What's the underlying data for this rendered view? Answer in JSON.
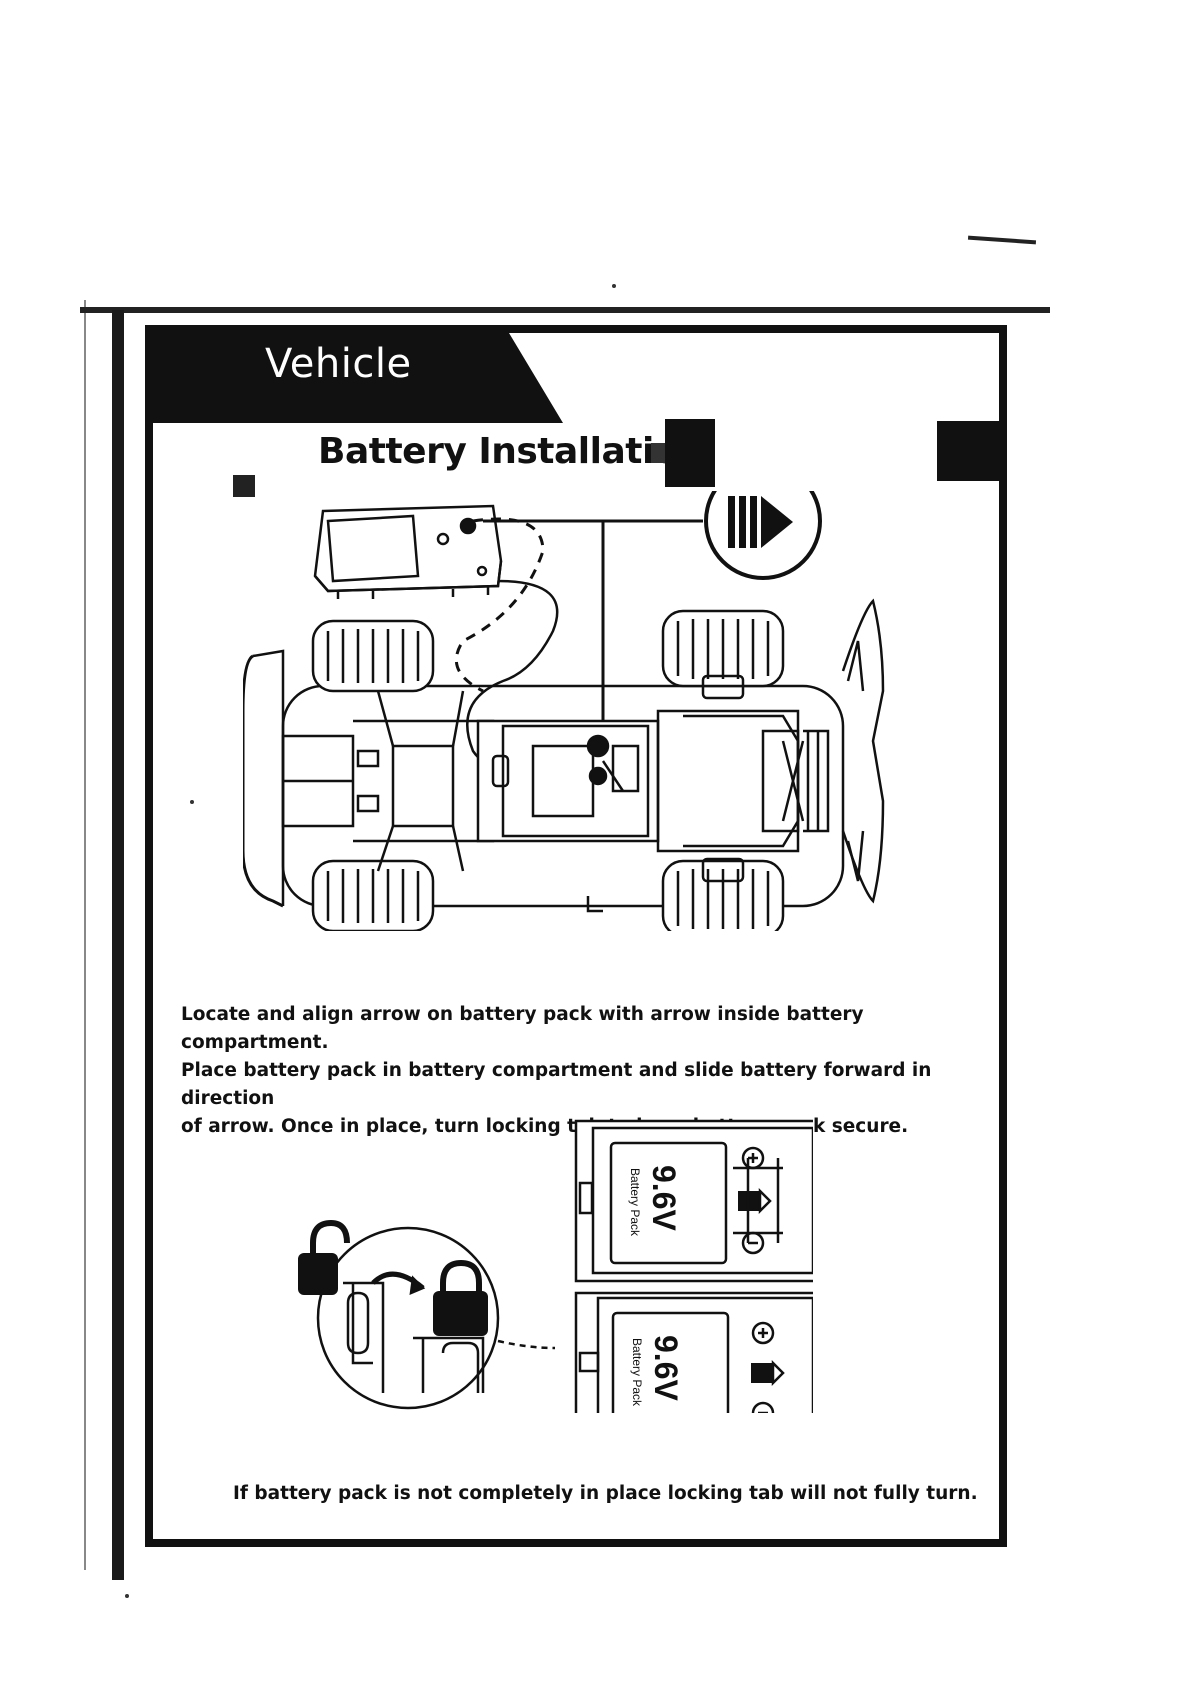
{
  "section": "Vehicle",
  "title": "Battery Installation",
  "instructions": "Locate and align arrow on battery pack with arrow inside battery compartment.\nPlace battery pack in battery compartment and slide battery forward in direction\nof arrow.  Once in place, turn locking tab to keep battery pack secure.",
  "battery_label": {
    "voltage": "9.6V",
    "name": "Battery Pack"
  },
  "footer_note": "If battery pack is not completely in place locking tab will not fully turn."
}
